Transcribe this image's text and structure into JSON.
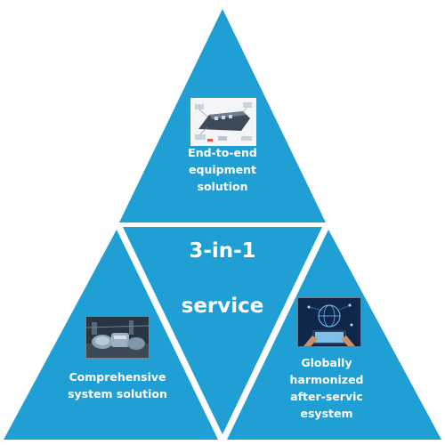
{
  "colors": {
    "triangle_fill": "#1f9fd4",
    "divider": "#ffffff",
    "text": "#ffffff"
  },
  "top_panel": {
    "image_icon": "ship-equipment-diagram-image",
    "lines": [
      "End-to-end",
      "equipment",
      "solution"
    ]
  },
  "center_panel": {
    "title": "3-in-1",
    "subtitle": "service"
  },
  "left_panel": {
    "image_icon": "machinery-system-image",
    "lines": [
      "Comprehensive",
      "system solution"
    ]
  },
  "right_panel": {
    "image_icon": "tablet-globe-network-image",
    "lines": [
      "Globally",
      "harmonized",
      "after-servic",
      "esystem"
    ]
  }
}
